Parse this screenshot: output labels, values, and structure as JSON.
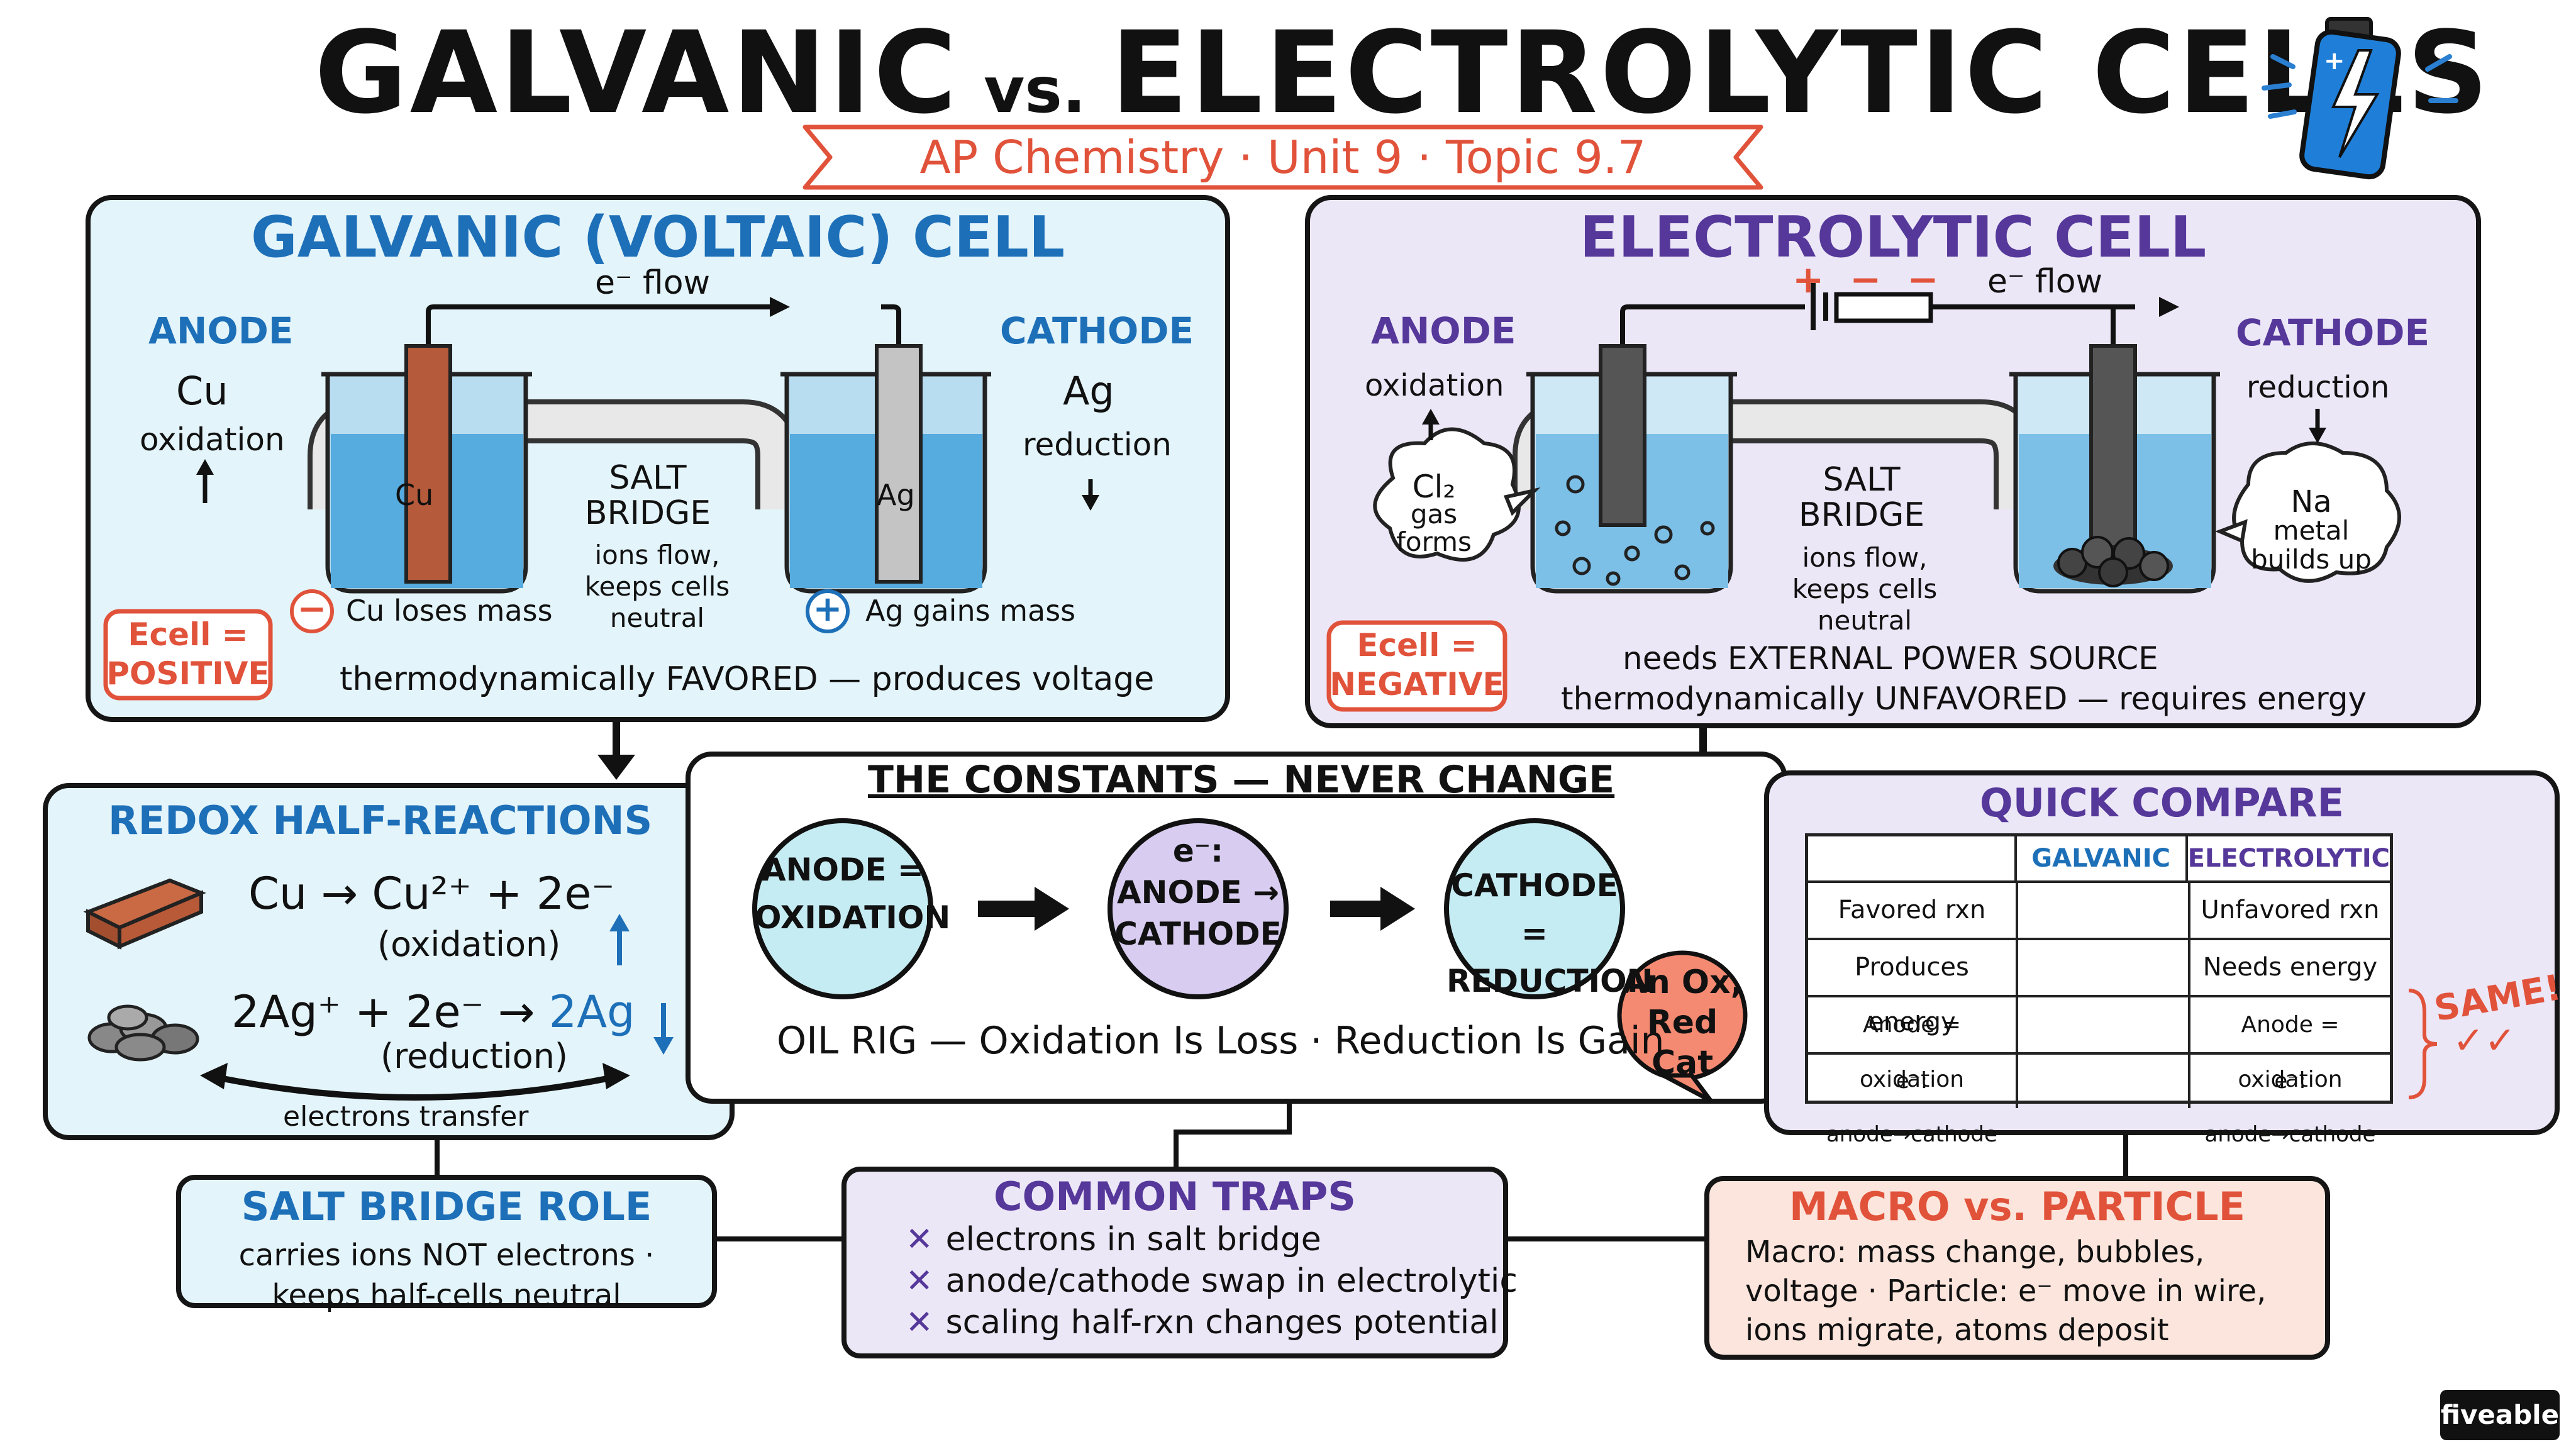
{
  "title": {
    "left": "GALVANIC",
    "vs": "vs.",
    "right": "ELECTROLYTIC CELLS"
  },
  "subtitle": "AP Chemistry · Unit 9 · Topic 9.7",
  "galvanic": {
    "heading": "GALVANIC (VOLTAIC) CELL",
    "e_flow": "e⁻ flow",
    "anode_label": "ANODE",
    "anode_metal": "Cu",
    "anode_process": "oxidation",
    "cathode_label": "CATHODE",
    "cathode_metal": "Ag",
    "cathode_process": "reduction",
    "electrode_left": "Cu",
    "electrode_right": "Ag",
    "salt_bridge_1": "SALT",
    "salt_bridge_2": "BRIDGE",
    "salt_note_1": "ions flow,",
    "salt_note_2": "keeps cells",
    "salt_note_3": "neutral",
    "ecell_1": "Ecell =",
    "ecell_2": "POSITIVE",
    "minus_sign": "−",
    "plus_sign": "+",
    "loses": "Cu loses mass",
    "gains": "Ag gains mass",
    "favored": "thermodynamically FAVORED — produces voltage"
  },
  "electrolytic": {
    "heading": "ELECTROLYTIC CELL",
    "battery_signs": "+ − −",
    "e_flow": "e⁻ flow",
    "anode_label": "ANODE",
    "anode_process": "oxidation",
    "cathode_label": "CATHODE",
    "cathode_process": "reduction",
    "gas_1": "Cl₂",
    "gas_2": "gas",
    "gas_3": "forms",
    "metal_1": "Na",
    "metal_2": "metal",
    "metal_3": "builds up",
    "salt_bridge_1": "SALT",
    "salt_bridge_2": "BRIDGE",
    "salt_note_1": "ions flow,",
    "salt_note_2": "keeps cells",
    "salt_note_3": "neutral",
    "ecell_1": "Ecell =",
    "ecell_2": "NEGATIVE",
    "external": "needs EXTERNAL POWER SOURCE",
    "unfavored": "thermodynamically UNFAVORED — requires energy"
  },
  "redox": {
    "heading": "REDOX HALF-REACTIONS",
    "rx1": "Cu → Cu²⁺ + 2e⁻",
    "rx1_note": "(oxidation)",
    "rx2_left": "2Ag⁺ + 2e⁻ →",
    "rx2_right": "2Ag",
    "rx2_note": "(reduction)",
    "transfer": "electrons transfer"
  },
  "constants": {
    "heading": "THE CONSTANTS — NEVER CHANGE",
    "c1_1": "ANODE =",
    "c1_2": "OXIDATION",
    "c2_1": "e⁻:",
    "c2_2": "ANODE →",
    "c2_3": "CATHODE",
    "c3_1": "CATHODE =",
    "c3_2": "REDUCTION",
    "oil_rig": "OIL RIG — Oxidation Is Loss · Reduction Is Gain",
    "bubble_1": "An Ox,",
    "bubble_2": "Red Cat"
  },
  "compare": {
    "heading": "QUICK COMPARE",
    "columns": [
      "GALVANIC",
      "ELECTROLYTIC"
    ],
    "rows": [
      [
        "Favored rxn",
        "",
        "Unfavored rxn"
      ],
      [
        "Produces energy",
        "",
        "Needs energy"
      ],
      [
        "Anode = oxidation",
        "",
        "Anode = oxidation"
      ],
      [
        "e⁻: anode→cathode",
        "",
        "e⁻: anode→cathode"
      ]
    ],
    "same": "SAME!",
    "checks": "✓✓"
  },
  "salt_role": {
    "heading": "SALT BRIDGE ROLE",
    "line1": "carries ions NOT electrons ·",
    "line2": "keeps half-cells neutral"
  },
  "traps": {
    "heading": "COMMON TRAPS",
    "items": [
      "electrons in salt bridge",
      "anode/cathode swap in electrolytic",
      "scaling half-rxn changes potential"
    ]
  },
  "macro": {
    "heading": "MACRO vs. PARTICLE",
    "line1": "Macro: mass change, bubbles,",
    "line2": "voltage · Particle: e⁻ move in wire,",
    "line3": "ions migrate, atoms deposit"
  },
  "logo": "fiveable",
  "colors": {
    "galvanic_blue": "#1d6fb8",
    "electro_purple": "#55389a",
    "trap_red": "#e1523a",
    "galvanic_bg": "#e3f4fa",
    "electro_bg": "#ece7f7",
    "macro_bg": "#fbe5dc"
  }
}
